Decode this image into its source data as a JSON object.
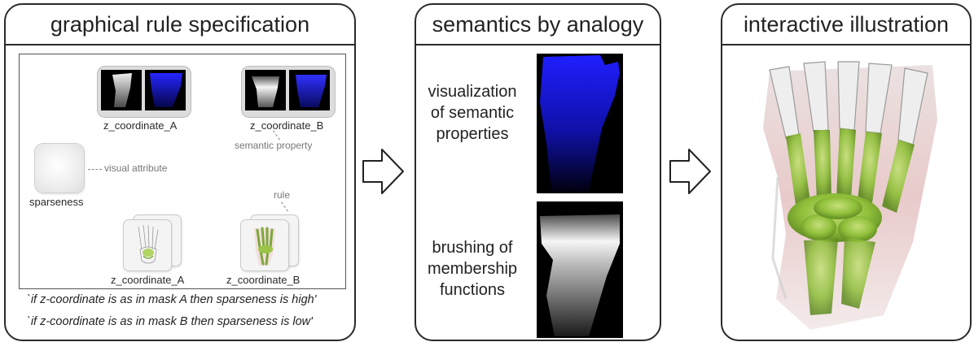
{
  "panels": {
    "left": {
      "title": "graphical rule specification",
      "mask_a_label": "z_coordinate_A",
      "mask_b_label": "z_coordinate_B",
      "semantic_property_label": "semantic property",
      "visual_attribute_label": "visual attribute",
      "sparseness_label": "sparseness",
      "rule_callout_label": "rule",
      "rule_a_label": "z_coordinate_A",
      "rule_b_label": "z_coordinate_B",
      "rule_line_1": "`if z-coordinate is as in mask A then sparseness is high'",
      "rule_line_2": "`if z-coordinate is as in mask B then sparseness is low'"
    },
    "middle": {
      "title": "semantics by analogy",
      "caption_top": "visualization\nof semantic\nproperties",
      "caption_bottom": "brushing of\nmembership\nfunctions"
    },
    "right": {
      "title": "interactive illustration"
    }
  },
  "colors": {
    "frame": "#2a2a2a",
    "semantic_blue": "#1a1aff",
    "bone_green": "#8fbf3a",
    "tissue_pink": "#e7c6c6"
  },
  "icons": [
    "right-arrow-icon",
    "right-arrow-icon"
  ]
}
